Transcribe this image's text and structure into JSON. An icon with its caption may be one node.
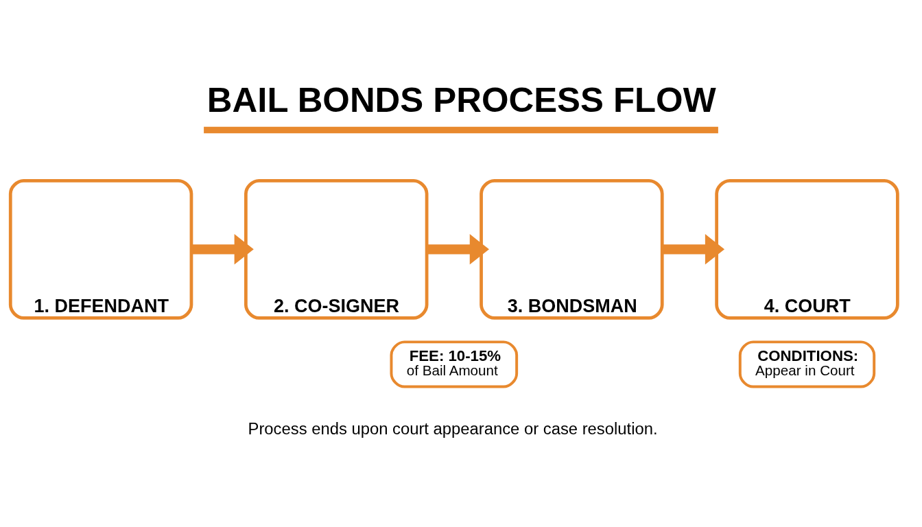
{
  "diagram": {
    "title": "BAIL BONDS PROCESS FLOW",
    "caption": "Process ends upon court appearance or case resolution.",
    "nodes": [
      {
        "text": [
          "1. DEFENDANT"
        ]
      },
      {
        "text": [
          "2. CO-SIGNER"
        ]
      },
      {
        "text": [
          "3. BONDSMAN"
        ]
      },
      {
        "text": [
          "4. COURT"
        ]
      },
      {
        "text": [
          "FEE: 10-15%",
          "of Bail Amount"
        ]
      },
      {
        "text": [
          "CONDITIONS:",
          "Appear in Court"
        ]
      }
    ],
    "edges": [
      {
        "from": 0,
        "to": 1,
        "arrow": "to"
      },
      {
        "from": 1,
        "to": 2,
        "arrow": "to"
      },
      {
        "from": 2,
        "to": 3,
        "arrow": "to"
      }
    ]
  }
}
